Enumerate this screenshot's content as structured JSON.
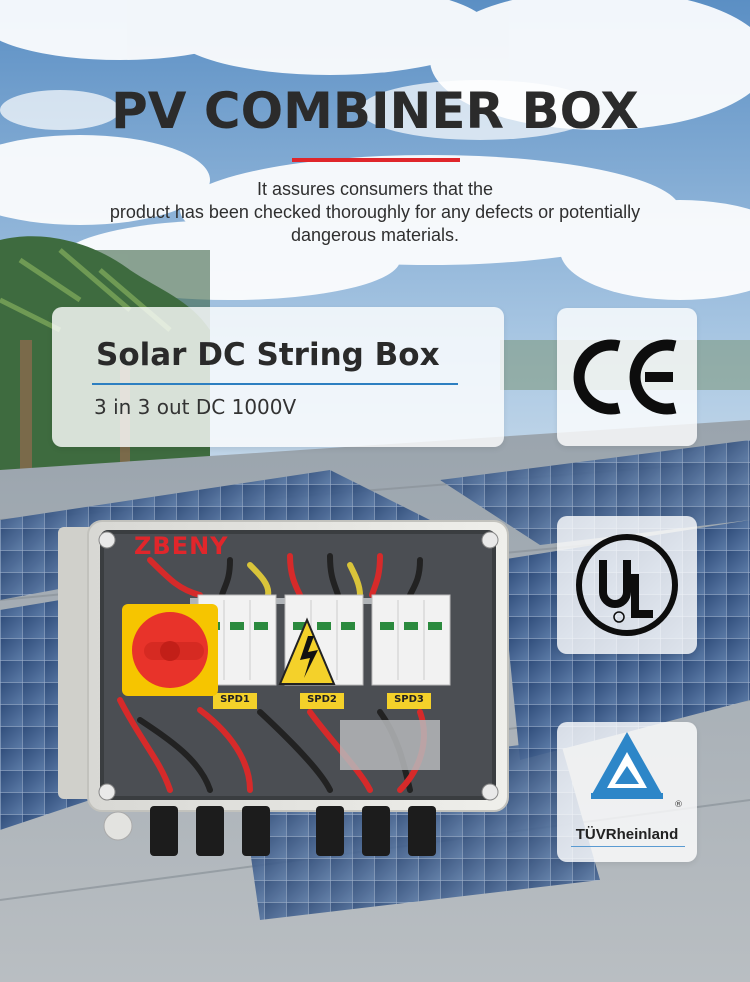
{
  "header": {
    "title": "PV COMBINER BOX",
    "subtitle_line1": "It assures consumers that the",
    "subtitle_line2": "product has been checked thoroughly for any defects or potentially",
    "subtitle_line3": "dangerous materials."
  },
  "product": {
    "name": "Solar DC String Box",
    "spec": "3 in 3 out DC 1000V",
    "brand": "ZBENY",
    "spd_labels": [
      "SPD1",
      "SPD2",
      "SPD3"
    ]
  },
  "certifications": {
    "ce": "CE",
    "ul": "UL",
    "tuv": "TÜVRheinland"
  },
  "colors": {
    "accent_red": "#e0262b",
    "accent_blue": "#2d7fc1",
    "switch_red": "#e8332a",
    "switch_yellow": "#f6c500"
  }
}
